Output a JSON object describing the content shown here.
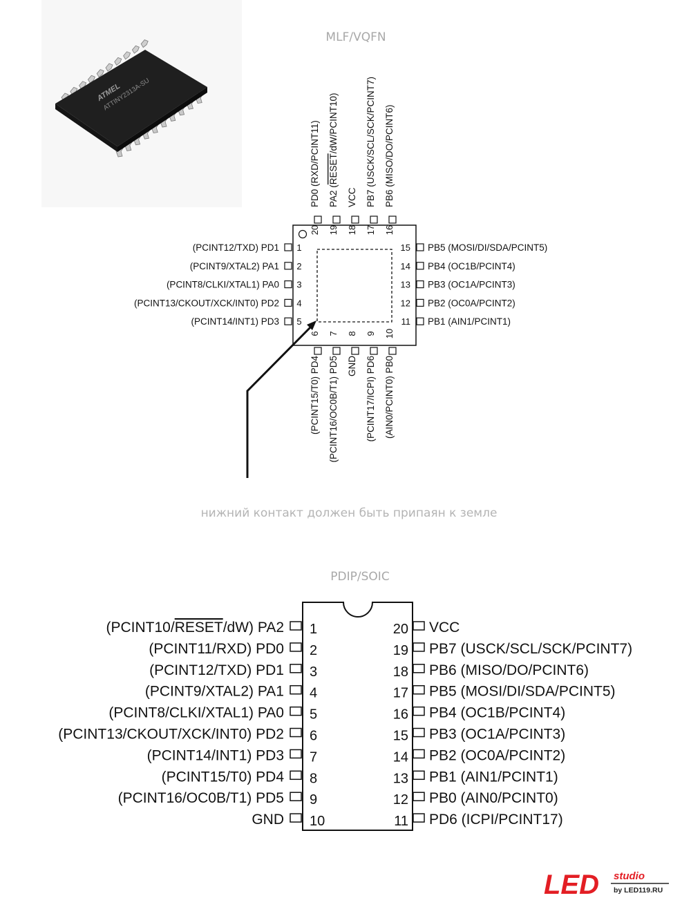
{
  "mlf": {
    "title": "MLF/VQFN",
    "left_pins": [
      {
        "num": "1",
        "label": "(PCINT12/TXD) PD1"
      },
      {
        "num": "2",
        "label": "(PCINT9/XTAL2) PA1"
      },
      {
        "num": "3",
        "label": "(PCINT8/CLKI/XTAL1) PA0"
      },
      {
        "num": "4",
        "label": "(PCINT13/CKOUT/XCK/INT0) PD2"
      },
      {
        "num": "5",
        "label": "(PCINT14/INT1) PD3"
      }
    ],
    "bottom_pins": [
      {
        "num": "6",
        "label": "(PCINT15/T0) PD4"
      },
      {
        "num": "7",
        "label": "(PCINT16/OC0B/T1) PD5"
      },
      {
        "num": "8",
        "label": "GND"
      },
      {
        "num": "9",
        "label": "(PCINT17/ICPI) PD6"
      },
      {
        "num": "10",
        "label": "(AIN0/PCINT0) PB0"
      }
    ],
    "right_pins": [
      {
        "num": "15",
        "label": "PB5 (MOSI/DI/SDA/PCINT5)"
      },
      {
        "num": "14",
        "label": "PB4 (OC1B/PCINT4)"
      },
      {
        "num": "13",
        "label": "PB3 (OC1A/PCINT3)"
      },
      {
        "num": "12",
        "label": "PB2 (OC0A/PCINT2)"
      },
      {
        "num": "11",
        "label": "PB1 (AIN1/PCINT1)"
      }
    ],
    "top_pins": [
      {
        "num": "20",
        "pre": "PD0 (RXD/PCINT11)",
        "over": "",
        "post": ""
      },
      {
        "num": "19",
        "pre": "PA2 (",
        "over": "RESET",
        "post": "/dW/PCINT10)"
      },
      {
        "num": "18",
        "pre": "VCC",
        "over": "",
        "post": ""
      },
      {
        "num": "17",
        "pre": "PB7 (USCK/SCL/SCK/PCINT7)",
        "over": "",
        "post": ""
      },
      {
        "num": "16",
        "pre": "PB6 (MISO/DO/PCINT6)",
        "over": "",
        "post": ""
      }
    ],
    "note": "нижний контакт должен быть припаян к земле"
  },
  "dip": {
    "title": "PDIP/SOIC",
    "left_pins": [
      {
        "num": "1",
        "pre": "(PCINT10/",
        "over": "RESET",
        "post": "/dW) PA2"
      },
      {
        "num": "2",
        "pre": "(PCINT11/RXD) PD0",
        "over": "",
        "post": ""
      },
      {
        "num": "3",
        "pre": "(PCINT12/TXD) PD1",
        "over": "",
        "post": ""
      },
      {
        "num": "4",
        "pre": "(PCINT9/XTAL2) PA1",
        "over": "",
        "post": ""
      },
      {
        "num": "5",
        "pre": "(PCINT8/CLKI/XTAL1) PA0",
        "over": "",
        "post": ""
      },
      {
        "num": "6",
        "pre": "(PCINT13/CKOUT/XCK/INT0) PD2",
        "over": "",
        "post": ""
      },
      {
        "num": "7",
        "pre": "(PCINT14/INT1) PD3",
        "over": "",
        "post": ""
      },
      {
        "num": "8",
        "pre": "(PCINT15/T0) PD4",
        "over": "",
        "post": ""
      },
      {
        "num": "9",
        "pre": "(PCINT16/OC0B/T1) PD5",
        "over": "",
        "post": ""
      },
      {
        "num": "10",
        "pre": "GND",
        "over": "",
        "post": ""
      }
    ],
    "right_pins": [
      {
        "num": "20",
        "label": "VCC"
      },
      {
        "num": "19",
        "label": "PB7 (USCK/SCL/SCK/PCINT7)"
      },
      {
        "num": "18",
        "label": "PB6 (MISO/DO/PCINT6)"
      },
      {
        "num": "17",
        "label": "PB5 (MOSI/DI/SDA/PCINT5)"
      },
      {
        "num": "16",
        "label": "PB4 (OC1B/PCINT4)"
      },
      {
        "num": "15",
        "label": "PB3 (OC1A/PCINT3)"
      },
      {
        "num": "14",
        "label": "PB2 (OC0A/PCINT2)"
      },
      {
        "num": "13",
        "label": "PB1 (AIN1/PCINT1)"
      },
      {
        "num": "12",
        "label": "PB0 (AIN0/PCINT0)"
      },
      {
        "num": "11",
        "label": "PD6 (ICPI/PCINT17)"
      }
    ]
  },
  "chip_photo": {
    "marking": [
      "ATMEL",
      "ATTINY2313A-SU"
    ]
  },
  "logo": {
    "main": "LED",
    "script": "studio",
    "sub": "by LED119.RU",
    "color": "#e31e24"
  }
}
